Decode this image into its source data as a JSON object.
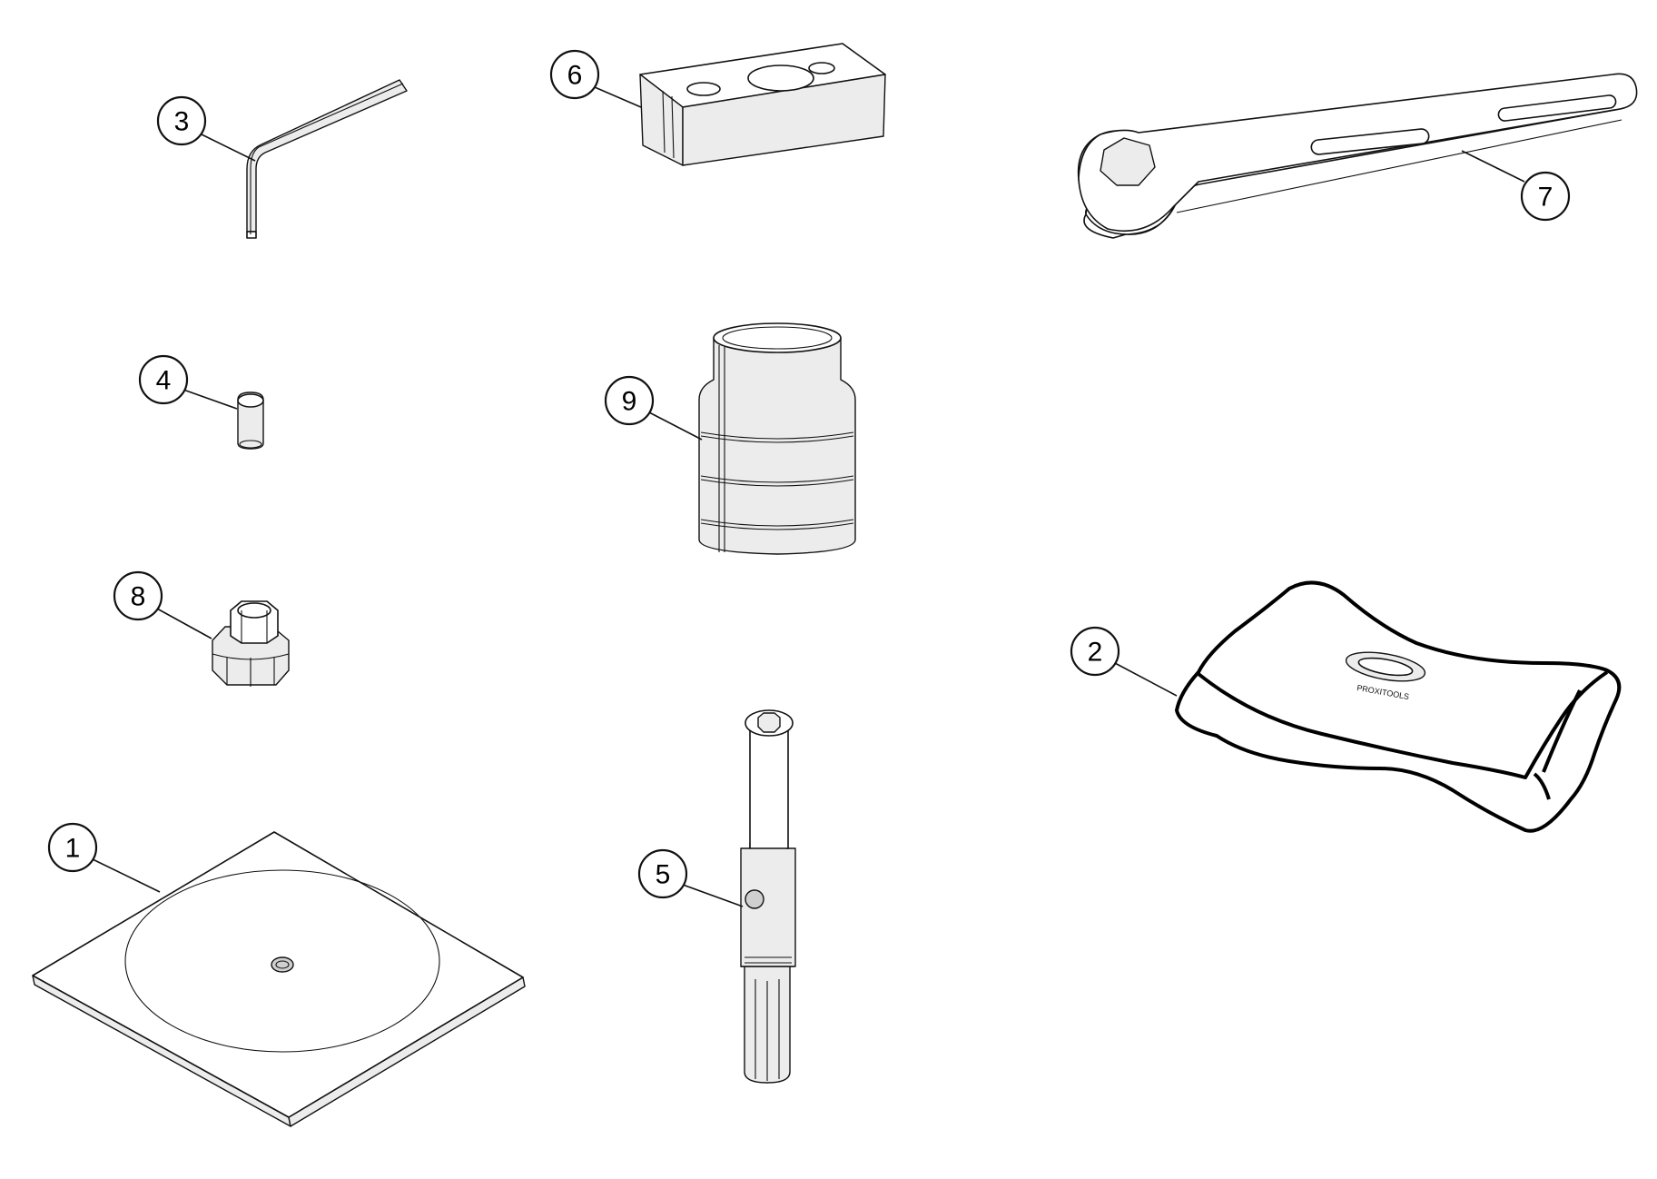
{
  "callouts": {
    "c1": "1",
    "c2": "2",
    "c3": "3",
    "c4": "4",
    "c5": "5",
    "c6": "6",
    "c7": "7",
    "c8": "8",
    "c9": "9"
  },
  "parts": {
    "pouch_logo": "PROXITOOLS"
  }
}
